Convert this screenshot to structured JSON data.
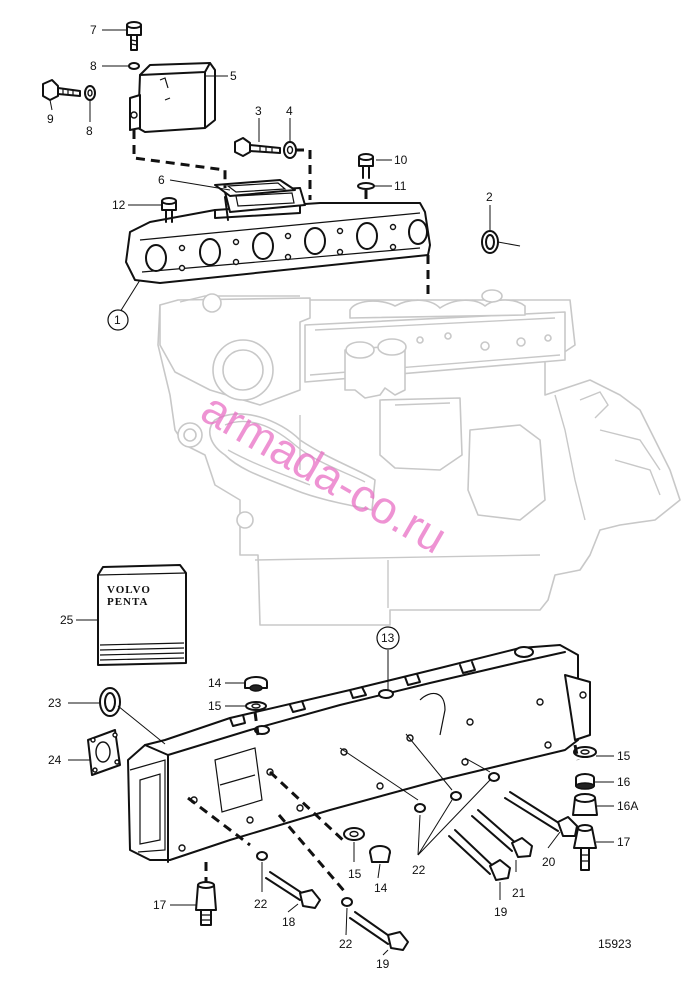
{
  "labels": {
    "l7": "7",
    "l8a": "8",
    "l5": "5",
    "l9": "9",
    "l8b": "8",
    "l3": "3",
    "l4": "4",
    "l6": "6",
    "l10": "10",
    "l11": "11",
    "l12": "12",
    "l2": "2",
    "l1": "1",
    "l25": "25",
    "l13": "13",
    "l14a": "14",
    "l15a": "15",
    "l23": "23",
    "l24": "24",
    "l15b": "15",
    "l16": "16",
    "l16A": "16A",
    "l17a": "17",
    "l20": "20",
    "l21": "21",
    "l22a": "22",
    "l15c": "15",
    "l14b": "14",
    "l19a": "19",
    "l17b": "17",
    "l22b": "22",
    "l18": "18",
    "l22c": "22",
    "l19b": "19"
  },
  "package": {
    "line1": "VOLVO",
    "line2": "PENTA"
  },
  "drawing_number": "15923",
  "watermark": "armada-co.ru"
}
